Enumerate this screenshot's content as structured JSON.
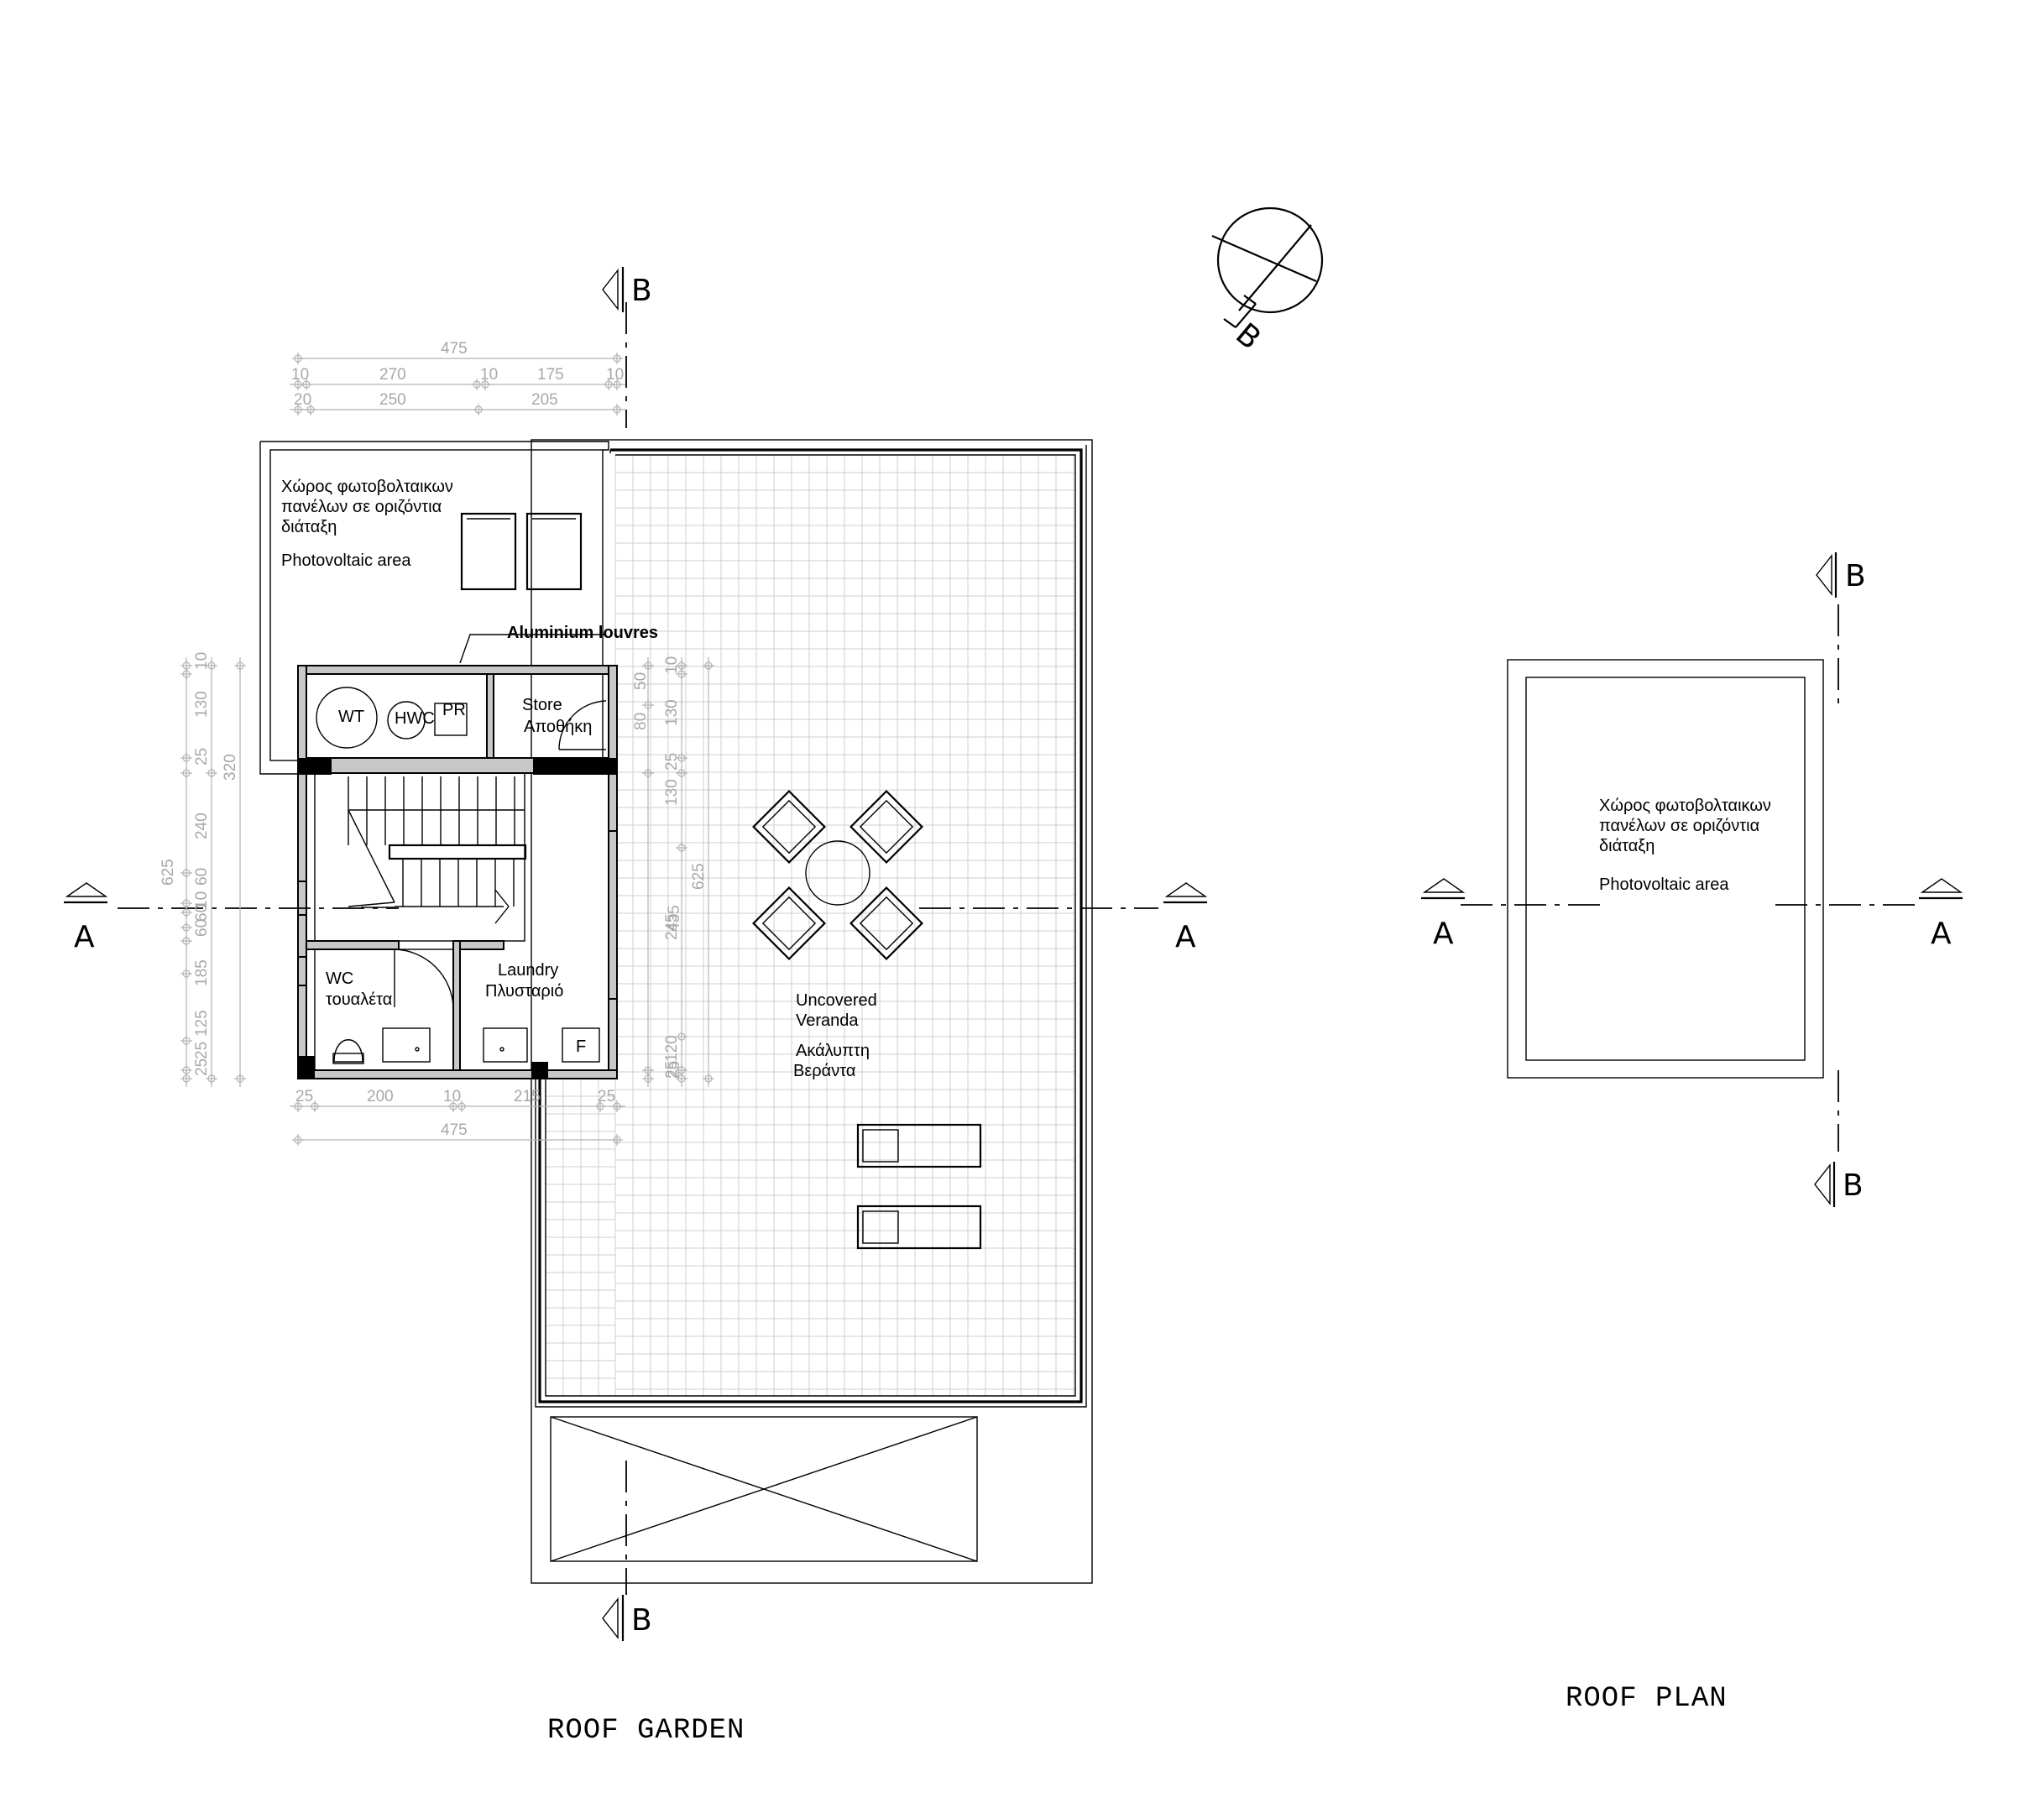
{
  "titles": {
    "roof_garden": "ROOF GARDEN",
    "roof_plan": "ROOF PLAN"
  },
  "labels": {
    "pv_greek_1": "Χώρος φωτοβολταικων",
    "pv_greek_2": "πανέλων σε οριζόντια",
    "pv_greek_3": "διάταξη",
    "pv_english": "Photovoltaic area",
    "louvres": "Aluminium louvres",
    "store_en": "Store",
    "store_gr": "Αποθήκη",
    "laundry_en": "Laundry",
    "laundry_gr": "Πλυσταριό",
    "wc_en": "WC",
    "wc_gr": "τουαλέτα",
    "veranda_en_1": "Uncovered",
    "veranda_en_2": "Veranda",
    "veranda_gr_1": "Ακάλυπτη",
    "veranda_gr_2": "Βεράντα",
    "wt": "WT",
    "hwc": "HWC",
    "pr": "PR",
    "fridge": "F"
  },
  "sections": {
    "a": "A",
    "b": "B"
  },
  "dimensions": {
    "top_total": "475",
    "top_row2": [
      "10",
      "270",
      "10",
      "175",
      "10"
    ],
    "top_row3": [
      "20",
      "250",
      "205"
    ],
    "bottom_row1": [
      "25",
      "200",
      "10",
      "215",
      "25"
    ],
    "bottom_total": "475",
    "left_col1": [
      "10",
      "130",
      "25",
      "240",
      "60",
      "10",
      "60",
      "60",
      "185",
      "125",
      "25",
      "25"
    ],
    "left_col2": "320",
    "left_col3": "625",
    "right_col1": [
      "10",
      "130",
      "25",
      "130",
      "245",
      "120",
      "25"
    ],
    "right_col2": [
      "50",
      "80",
      "435",
      "25"
    ],
    "right_col3": "625"
  }
}
